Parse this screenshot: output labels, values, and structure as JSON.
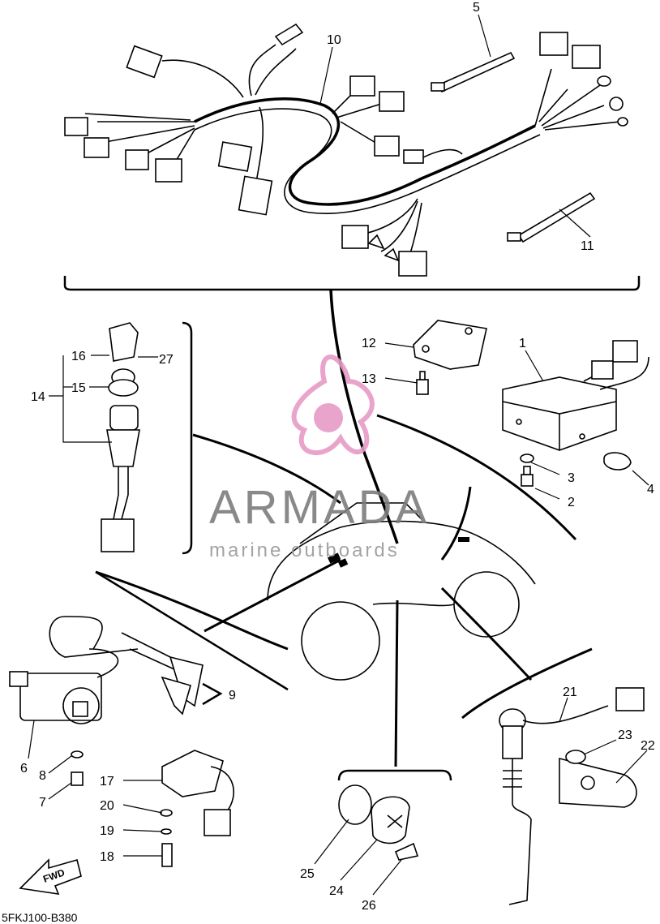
{
  "diagram": {
    "code": "5FKJ100-B380",
    "direction_label": "FWD",
    "watermark": {
      "brand": "ARMADA",
      "tagline": "marine outboards",
      "brand_color": "#e79bc6",
      "text_color": "#7d7d7d"
    },
    "callouts": [
      {
        "id": "c1",
        "label": "1"
      },
      {
        "id": "c2",
        "label": "2"
      },
      {
        "id": "c3",
        "label": "3"
      },
      {
        "id": "c4",
        "label": "4"
      },
      {
        "id": "c5",
        "label": "5"
      },
      {
        "id": "c6",
        "label": "6"
      },
      {
        "id": "c7",
        "label": "7"
      },
      {
        "id": "c8",
        "label": "8"
      },
      {
        "id": "c9",
        "label": "9"
      },
      {
        "id": "c10",
        "label": "10"
      },
      {
        "id": "c11",
        "label": "11"
      },
      {
        "id": "c12",
        "label": "12"
      },
      {
        "id": "c13",
        "label": "13"
      },
      {
        "id": "c14",
        "label": "14"
      },
      {
        "id": "c15",
        "label": "15"
      },
      {
        "id": "c16",
        "label": "16"
      },
      {
        "id": "c17",
        "label": "17"
      },
      {
        "id": "c18",
        "label": "18"
      },
      {
        "id": "c19",
        "label": "19"
      },
      {
        "id": "c20",
        "label": "20"
      },
      {
        "id": "c21",
        "label": "21"
      },
      {
        "id": "c22",
        "label": "22"
      },
      {
        "id": "c23",
        "label": "23"
      },
      {
        "id": "c24",
        "label": "24"
      },
      {
        "id": "c25",
        "label": "25"
      },
      {
        "id": "c26",
        "label": "26"
      },
      {
        "id": "c27",
        "label": "27"
      }
    ]
  }
}
